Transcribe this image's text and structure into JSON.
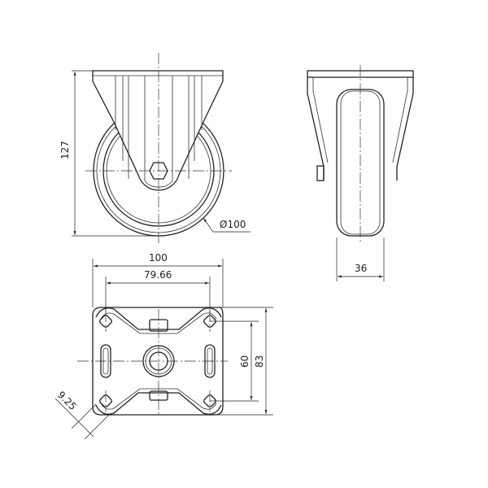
{
  "drawing": {
    "front_view": {
      "height_label": "127",
      "diameter_label": "Ø100"
    },
    "side_view": {
      "width_label": "36"
    },
    "top_plate_view": {
      "plate_width_label": "100",
      "hole_spacing_x_label": "79.66",
      "hole_spacing_y_label": "60",
      "plate_length_label": "83",
      "hole_diameter_label": "9.25"
    }
  }
}
